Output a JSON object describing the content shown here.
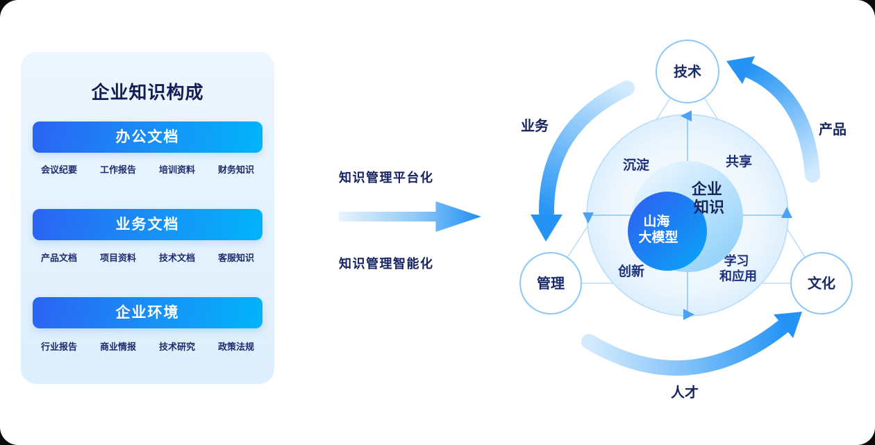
{
  "left_panel": {
    "title": "企业知识构成",
    "groups": [
      {
        "header": "办公文档",
        "items": [
          "会议纪要",
          "工作报告",
          "培训资料",
          "财务知识"
        ]
      },
      {
        "header": "业务文档",
        "items": [
          "产品文档",
          "项目资料",
          "技术文档",
          "客服知识"
        ]
      },
      {
        "header": "企业环境",
        "items": [
          "行业报告",
          "商业情报",
          "技术研究",
          "政策法规"
        ]
      }
    ]
  },
  "middle": {
    "top_label": "知识管理平台化",
    "bottom_label": "知识管理智能化"
  },
  "diagram": {
    "center_model_line1": "山海",
    "center_model_line2": "大模型",
    "center_knowledge_line1": "企业",
    "center_knowledge_line2": "知识",
    "quadrant_top_left": "沉淀",
    "quadrant_top_right": "共享",
    "quadrant_bottom_left": "创新",
    "quadrant_bottom_right_line1": "学习",
    "quadrant_bottom_right_line2": "和应用",
    "node_top": "技术",
    "node_left": "管理",
    "node_right": "文化",
    "flow_left": "业务",
    "flow_right": "产品",
    "flow_bottom": "人才"
  },
  "colors": {
    "accent_blue": "#1e8ef5",
    "header_gradient_start": "#2b63f3",
    "header_gradient_end": "#00b4fa",
    "navy_text": "#152261",
    "ring_stroke": "#b7dcf9",
    "dark_circle": "#1472f3"
  }
}
